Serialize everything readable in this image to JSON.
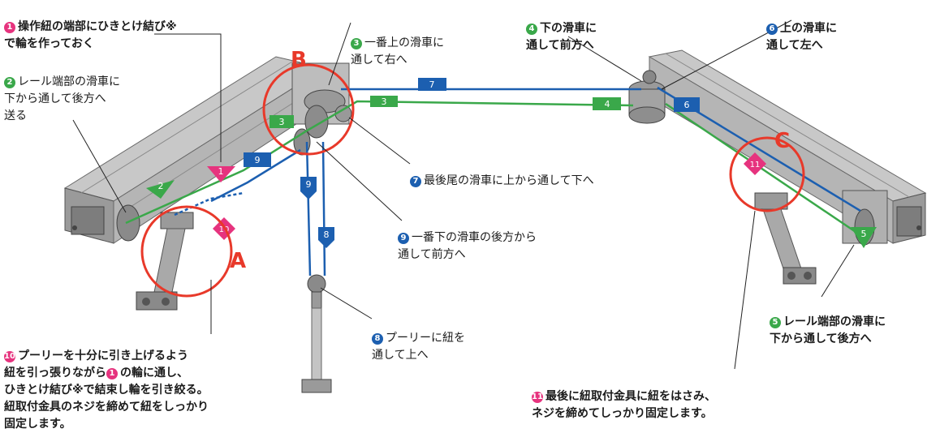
{
  "colors": {
    "pink": "#e6337e",
    "green": "#3aa84a",
    "blue": "#1c5fb0",
    "red": "#e8392a",
    "rail": "#9c9c9c"
  },
  "markers": {
    "A": "A",
    "B": "B",
    "C": "C"
  },
  "steps": {
    "s1": {
      "num": "1",
      "text": "操作紐の端部にひきとけ結び※\nで輪を作っておく"
    },
    "s2": {
      "num": "2",
      "text": "レール端部の滑車に\n下から通して後方へ\n送る"
    },
    "s3": {
      "num": "3",
      "text": "一番上の滑車に\n通して右へ"
    },
    "s4": {
      "num": "4",
      "text": "下の滑車に\n通して前方へ"
    },
    "s5": {
      "num": "5",
      "text": "レール端部の滑車に\n下から通して後方へ"
    },
    "s6": {
      "num": "6",
      "text": "上の滑車に\n通して左へ"
    },
    "s7": {
      "num": "7",
      "text": "最後尾の滑車に上から通して下へ"
    },
    "s8": {
      "num": "8",
      "text": "プーリーに紐を\n通して上へ"
    },
    "s9": {
      "num": "9",
      "text": "一番下の滑車の後方から\n通して前方へ"
    },
    "s10": {
      "num": "10",
      "pre": "プーリーを十分に引き上げるよう\n紐を引っ張りながら",
      "ref": "1",
      "post": "の輪に通し、\nひきとけ結び※で結束し輪を引き絞る。\n紐取付金具のネジを締めて紐をしっかり\n固定します。"
    },
    "s11": {
      "num": "11",
      "text": "最後に紐取付金具に紐をはさみ、\nネジを締めてしっかり固定します。"
    }
  }
}
